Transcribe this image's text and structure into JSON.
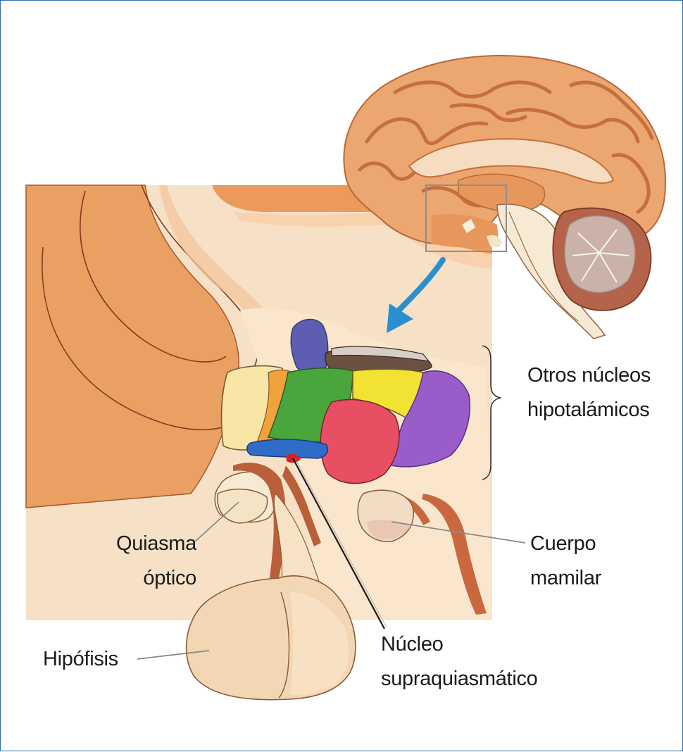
{
  "labels": {
    "otros": [
      "Otros núcleos",
      "hipotalámicos"
    ],
    "quiasma": [
      "Quiasma",
      "óptico"
    ],
    "cuerpo": [
      "Cuerpo",
      "mamilar"
    ],
    "hipofisis": [
      "Hipófisis"
    ],
    "nucleo": [
      "Núcleo",
      "supraquiasmático"
    ]
  },
  "colors": {
    "frame": "#2f6fb0",
    "skin": "#f7e3c8",
    "brain": "#e9a46a",
    "brain_dark": "#cf7e45",
    "vessel": "#b45a34",
    "pale": "#f6ead2",
    "nucleus_blue_purple": "#5f5fb0",
    "nucleus_green": "#4aa83f",
    "nucleus_yellow": "#f3e233",
    "nucleus_red": "#ea4f63",
    "nucleus_violet": "#9a5cc8",
    "nucleus_orange": "#f2a33a",
    "nucleus_blue": "#2f6cc8",
    "arrow": "#2a8fd0"
  }
}
